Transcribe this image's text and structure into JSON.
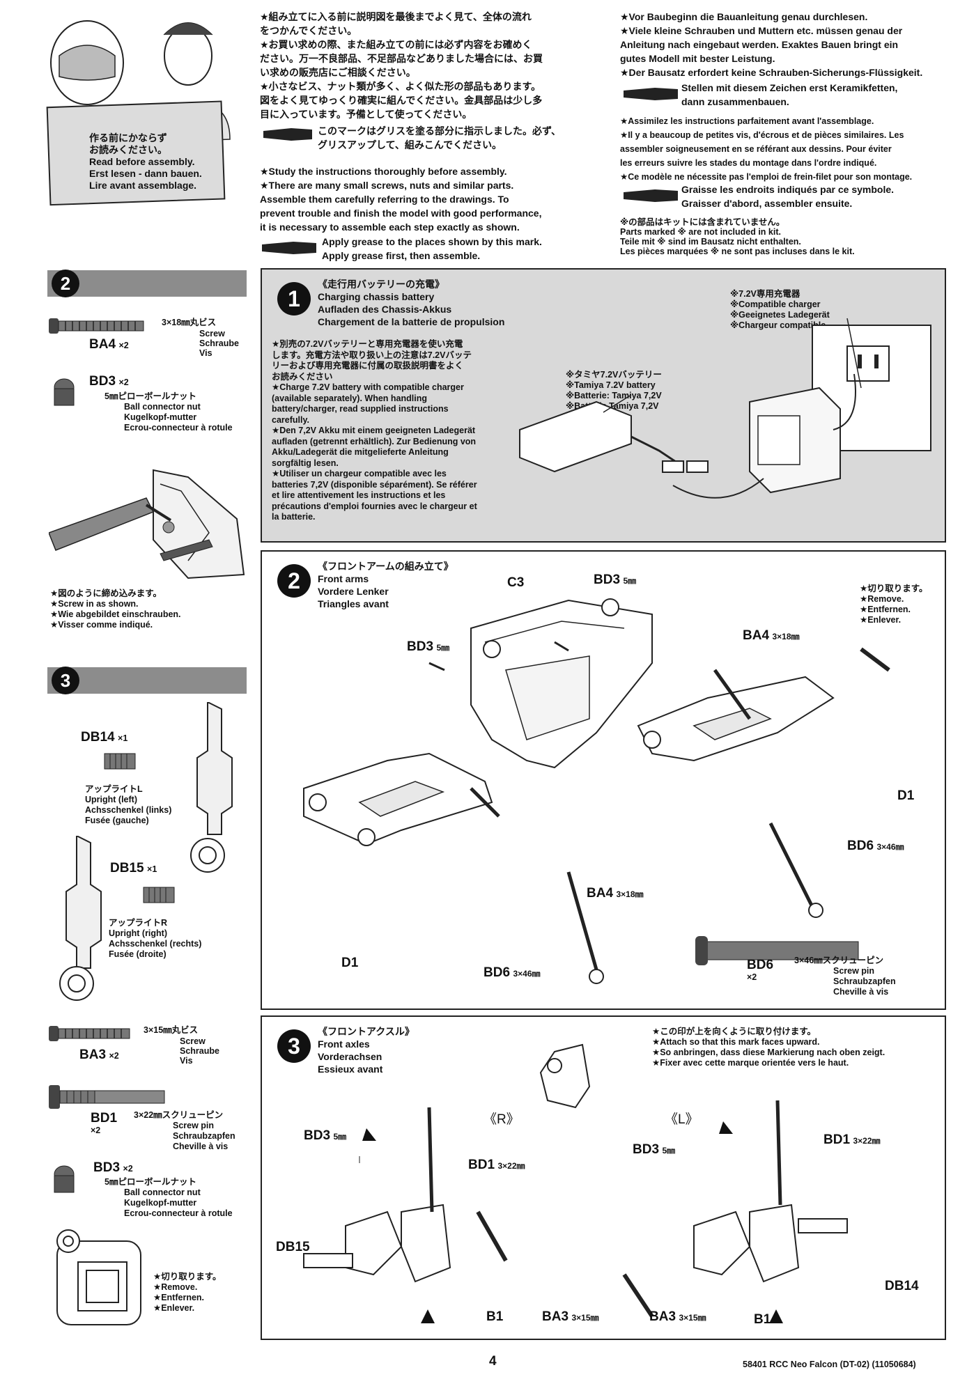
{
  "header": {
    "cartoon_sign": [
      "作る前にかならず",
      "お読みください。",
      "Read before assembly.",
      "Erst lesen - dann bauen.",
      "Lire avant assemblage."
    ],
    "col_ja": [
      "★組み立てに入る前に説明図を最後までよく見て、全体の流れ",
      "をつかんでください。",
      "★お買い求めの際、また組み立ての前には必ず内容をお確めく",
      "ださい。万一不良部品、不足部品などありました場合には、お買",
      "い求めの販売店にご相談ください。",
      "★小さなビス、ナット類が多く、よく似た形の部品もあります。",
      "図をよく見てゆっくり確実に組んでください。金具部品は少し多",
      "目に入っています。予備として使ってください。"
    ],
    "grease_ja": [
      "このマークはグリスを塗る部分に指示しました。必ず、",
      "グリスアップして、組みこんでください。"
    ],
    "col_en": [
      "★Study the instructions thoroughly before assembly.",
      "★There are many small screws, nuts and similar parts.",
      "Assemble them carefully referring to the drawings. To",
      "prevent trouble and finish the model with good performance,",
      "it is necessary to assemble each step exactly as shown."
    ],
    "grease_en": [
      "Apply grease to the places shown by this mark.",
      "Apply grease first, then assemble."
    ],
    "col_de": [
      "★Vor Baubeginn die Bauanleitung genau durchlesen.",
      "★Viele kleine Schrauben und Muttern etc. müssen genau der",
      "Anleitung nach eingebaut werden. Exaktes Bauen bringt ein",
      "gutes Modell mit bester Leistung.",
      "★Der Bausatz erfordert keine Schrauben-Sicherungs-Flüssigkeit."
    ],
    "grease_de": [
      "Stellen mit diesem Zeichen erst Keramikfetten,",
      "dann zusammenbauen."
    ],
    "col_fr": [
      "★Assimilez les instructions parfaitement avant l'assemblage.",
      "★Il y a beaucoup de petites vis, d'écrous et de pièces similaires. Les",
      "assembler soigneusement en se référant aux dessins. Pour éviter",
      "les erreurs suivre les stades du montage dans l'ordre indiqué.",
      "★Ce modèle ne nécessite pas l'emploi de frein-filet pour son montage."
    ],
    "grease_fr": [
      "Graisse les endroits indiqués par ce symbole.",
      "Graisser d'abord, assembler ensuite."
    ],
    "not_included": [
      "※の部品はキットには含まれていません。",
      "Parts marked ※ are not included in kit.",
      "Teile mit ※ sind im Bausatz nicht enthalten.",
      "Les pièces marquées ※ ne sont pas incluses dans le kit."
    ]
  },
  "sidebar2": {
    "num": "2",
    "ba4_spec": "3×18㎜丸ビス",
    "ba4_names": [
      "Screw",
      "Schraube",
      "Vis"
    ],
    "ba4_label": "BA4",
    "ba4_qty": "×2",
    "bd3_label": "BD3",
    "bd3_qty": "×2",
    "bd3_spec": "5㎜ピローボールナット",
    "bd3_names": [
      "Ball connector nut",
      "Kugelkopf-mutter",
      "Ecrou-connecteur à rotule"
    ],
    "screw_note": [
      "★図のように締め込みます。",
      "★Screw in as shown.",
      "★Wie abgebildet einschrauben.",
      "★Visser comme indiqué."
    ]
  },
  "sidebar3": {
    "num": "3",
    "db14_label": "DB14",
    "db14_qty": "×1",
    "db14_names": [
      "アップライトL",
      "Upright (left)",
      "Achsschenkel (links)",
      "Fusée (gauche)"
    ],
    "db15_label": "DB15",
    "db15_qty": "×1",
    "db15_names": [
      "アップライトR",
      "Upright (right)",
      "Achsschenkel (rechts)",
      "Fusée (droite)"
    ],
    "ba3_spec": "3×15㎜丸ビス",
    "ba3_names": [
      "Screw",
      "Schraube",
      "Vis"
    ],
    "ba3_label": "BA3",
    "ba3_qty": "×2",
    "bd1_label": "BD1",
    "bd1_qty": "×2",
    "bd1_spec": "3×22㎜スクリューピン",
    "bd1_names": [
      "Screw pin",
      "Schraubzapfen",
      "Cheville à vis"
    ],
    "bd3_label": "BD3",
    "bd3_qty": "×2",
    "bd3_spec": "5㎜ピローボールナット",
    "bd3_names": [
      "Ball connector nut",
      "Kugelkopf-mutter",
      "Ecrou-connecteur à rotule"
    ],
    "remove_note": [
      "★切り取ります。",
      "★Remove.",
      "★Entfernen.",
      "★Enlever."
    ]
  },
  "step1": {
    "num": "1",
    "title": [
      "《走行用バッテリーの充電》",
      "Charging chassis battery",
      "Aufladen des Chassis-Akkus",
      "Chargement de la batterie de propulsion"
    ],
    "body": [
      "★別売の7.2Vバッテリーと専用充電器を使い充電",
      "します。充電方法や取り扱い上の注意は7.2Vバッテ",
      "リーおよび専用充電器に付属の取扱説明書をよく",
      "お読みください",
      "★Charge 7.2V battery with compatible charger",
      "(available separately). When handling",
      "battery/charger, read supplied instructions",
      "carefully.",
      "★Den 7,2V Akku mit einem geeigneten Ladegerät",
      "aufladen (getrennt erhältlich). Zur Bedienung von",
      "Akku/Ladegerät die mitgelieferte Anleitung",
      "sorgfältig lesen.",
      "★Utiliser un chargeur compatible avec les",
      "batteries 7,2V (disponible séparément). Se référer",
      "et lire attentivement les instructions et les",
      "précautions d'emploi fournies avec le chargeur et",
      "la batterie."
    ],
    "battery": [
      "※タミヤ7.2Vバッテリー",
      "※Tamiya 7.2V battery",
      "※Batterie: Tamiya 7,2V",
      "※Batterie Tamiya 7,2V"
    ],
    "charger": [
      "※7.2V専用充電器",
      "※Compatible charger",
      "※Geeignetes Ladegerät",
      "※Chargeur compatible"
    ]
  },
  "step2": {
    "num": "2",
    "title": [
      "《フロントアームの組み立て》",
      "Front arms",
      "Vordere Lenker",
      "Triangles avant"
    ],
    "remove_note": [
      "★切り取ります。",
      "★Remove.",
      "★Entfernen.",
      "★Enlever."
    ],
    "c3": "C3",
    "bd3": "BD3",
    "bd3_size": "5㎜",
    "ba4": "BA4",
    "ba4_size": "3×18㎜",
    "d1": "D1",
    "bd6": "BD6",
    "bd6_size": "3×46㎜",
    "bd6_qty": "×2",
    "bd6_spec": "3×46㎜スクリューピン",
    "bd6_names": [
      "Screw pin",
      "Schraubzapfen",
      "Cheville à vis"
    ]
  },
  "step3": {
    "num": "3",
    "title": [
      "《フロントアクスル》",
      "Front axles",
      "Vorderachsen",
      "Essieux avant"
    ],
    "mark_note": [
      "★この印が上を向くように取り付けます。",
      "★Attach so that this mark faces upward.",
      "★So anbringen, dass diese Markierung nach oben zeigt.",
      "★Fixer avec cette marque orientée vers le haut."
    ],
    "right": "《R》",
    "left": "《L》",
    "bd3": "BD3",
    "bd3_size": "5㎜",
    "bd1": "BD1",
    "bd1_size": "3×22㎜",
    "db15": "DB15",
    "db14": "DB14",
    "b1": "B1",
    "ba3": "BA3",
    "ba3_size": "3×15㎜"
  },
  "footer": {
    "page": "4",
    "code": "58401 RCC Neo Falcon (DT-02) (11050684)"
  }
}
